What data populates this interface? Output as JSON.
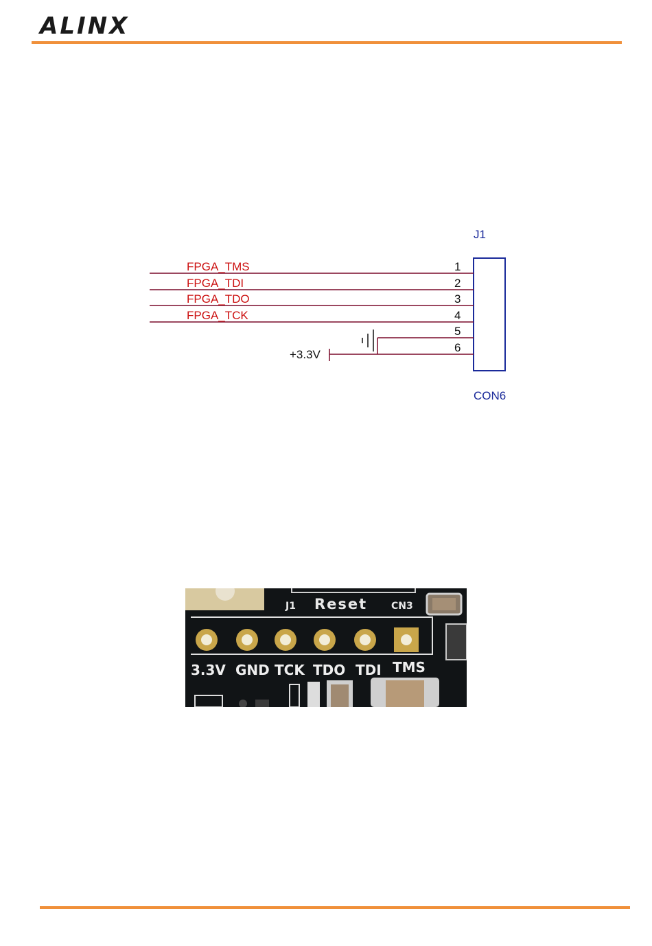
{
  "header": {
    "logo": "ALINX",
    "accent_color": "#f08a24"
  },
  "schematic": {
    "ref": "J1",
    "part": "CON6",
    "signals": [
      "FPGA_TMS",
      "FPGA_TDI",
      "FPGA_TDO",
      "FPGA_TCK"
    ],
    "pins": [
      "1",
      "2",
      "3",
      "4",
      "5",
      "6"
    ],
    "power_label": "+3.3V",
    "ground_symbol": "ground-icon",
    "net_color": "#cc1111",
    "wire_color": "#7a0a2a",
    "connector_color": "#1a2a9a"
  },
  "board_photo": {
    "silkscreen_top": [
      "J1",
      "Reset",
      "CN3"
    ],
    "pin_labels": [
      "3.3V",
      "GND",
      "TCK",
      "TDO",
      "TDI",
      "TMS"
    ]
  }
}
